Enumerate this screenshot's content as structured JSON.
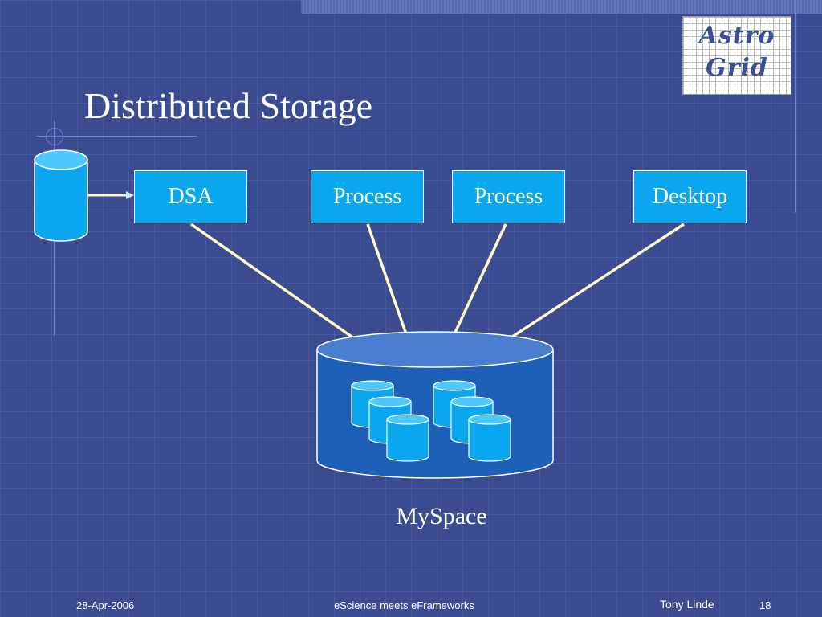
{
  "slide": {
    "title": "Distributed Storage"
  },
  "logo": {
    "line1": "Astro",
    "line2": "Grid"
  },
  "boxes": [
    {
      "label": "DSA"
    },
    {
      "label": "Process"
    },
    {
      "label": "Process"
    },
    {
      "label": "Desktop"
    }
  ],
  "storage": {
    "label": "MySpace"
  },
  "footer": {
    "date": "28-Apr-2006",
    "center": "eScience meets eFrameworks",
    "author": "Tony Linde",
    "page": "18"
  },
  "colors": {
    "background": "#3b4b8f",
    "box_fill": "#0aa6f0",
    "arrow": "#fff8c8",
    "cylinder": "#1e5fb8"
  }
}
